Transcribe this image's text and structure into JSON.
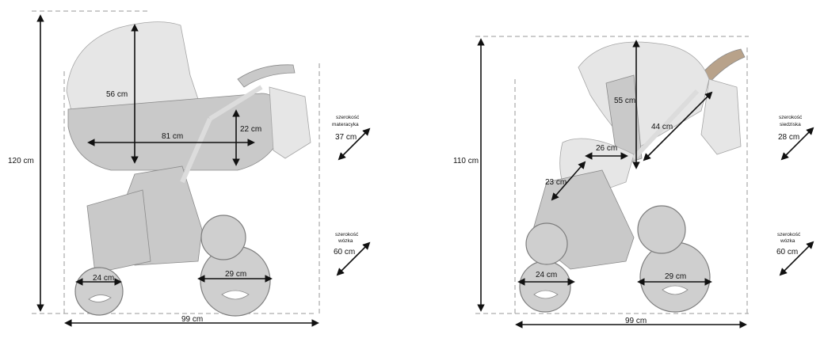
{
  "left_diagram": {
    "height": "120 cm",
    "width": "99 cm",
    "canopy_height": "56 cm",
    "carrycot_length": "81 cm",
    "carrycot_depth": "22 cm",
    "mattress_width_label": [
      "szerokość",
      "materacyka"
    ],
    "mattress_width": "37 cm",
    "stroller_width_label": [
      "szerokość",
      "wózka"
    ],
    "stroller_width": "60 cm",
    "front_wheel": "24 cm",
    "rear_wheel": "29 cm"
  },
  "right_diagram": {
    "height": "110 cm",
    "width": "99 cm",
    "seat_back_height": "55 cm",
    "seat_length": "44 cm",
    "seat_depth": "26 cm",
    "footrest": "23 cm",
    "seat_width_label": [
      "szerokość",
      "siedziska"
    ],
    "seat_width": "28 cm",
    "stroller_width_label": [
      "szerokość",
      "wózka"
    ],
    "stroller_width": "60 cm",
    "front_wheel": "24 cm",
    "rear_wheel": "29 cm"
  }
}
